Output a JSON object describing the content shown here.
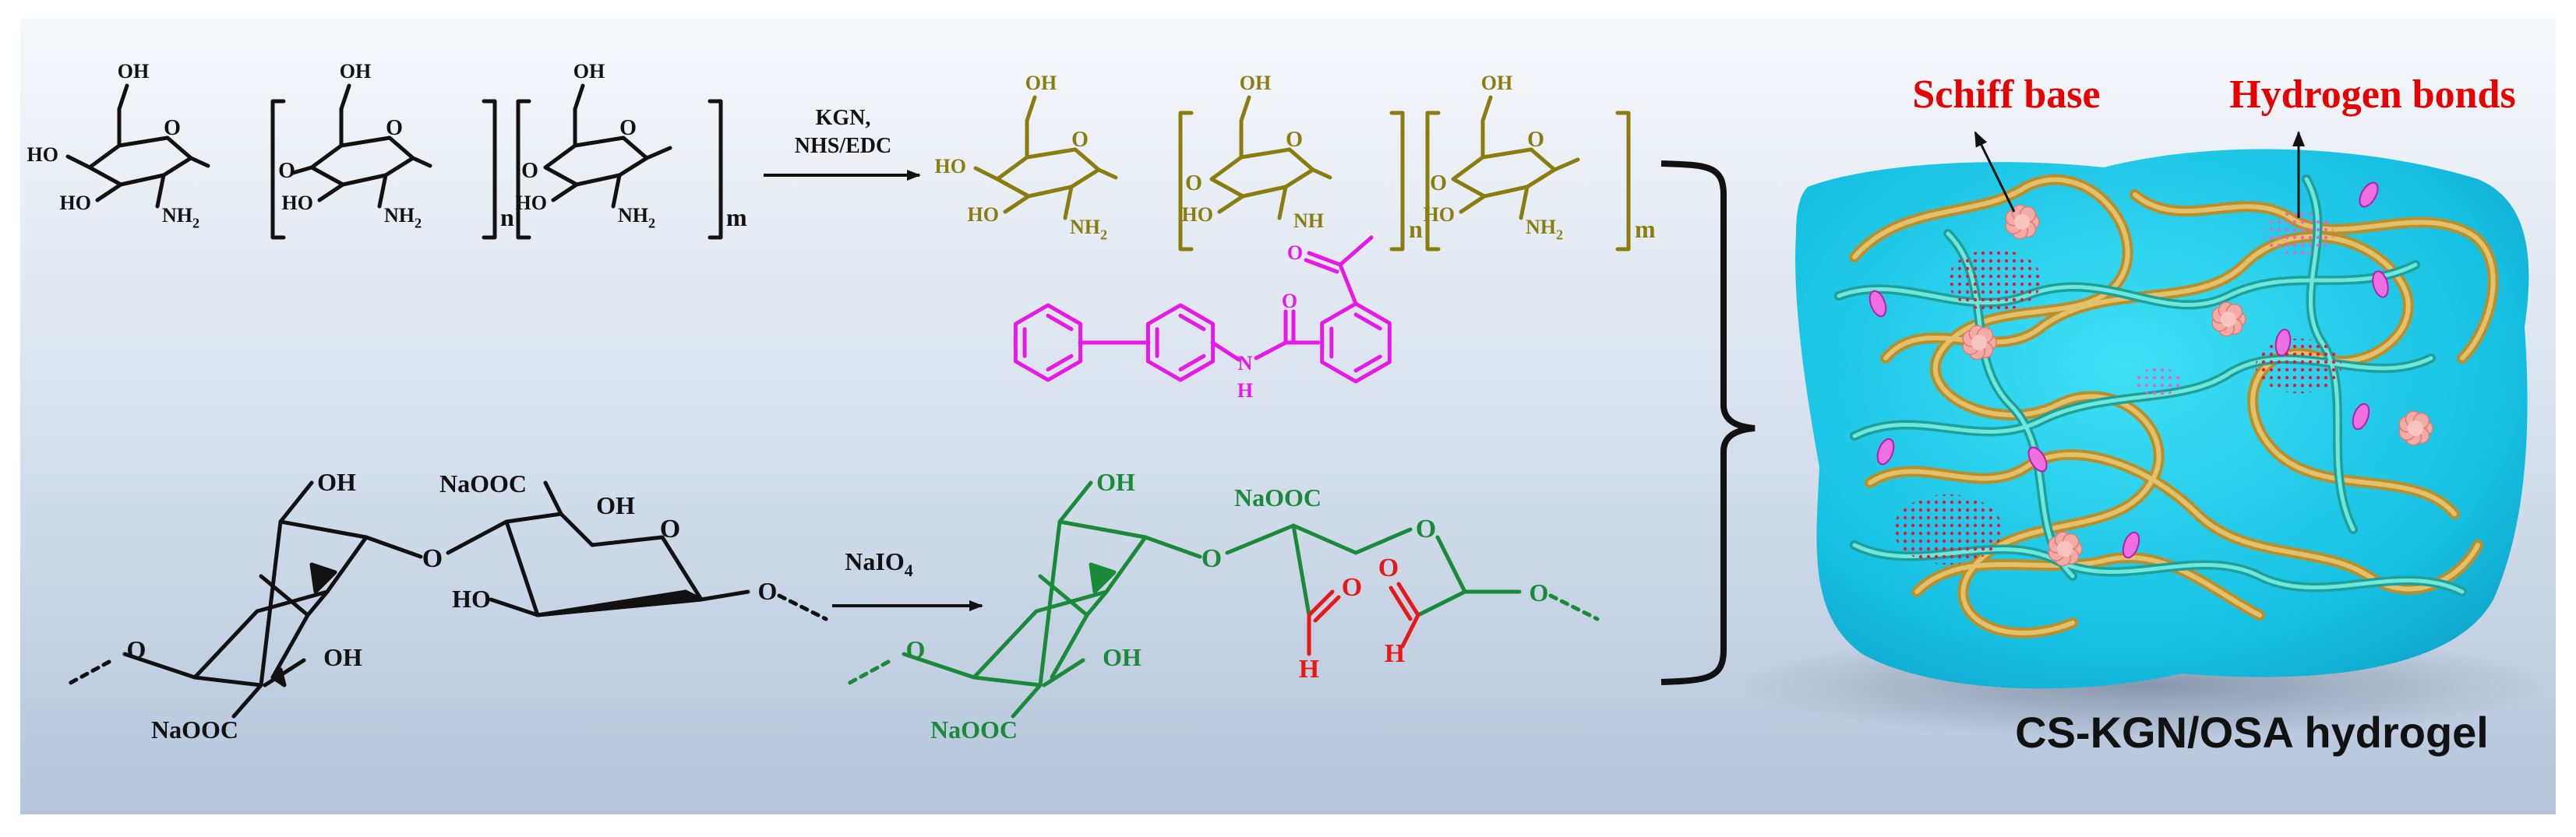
{
  "colors": {
    "background_top": "#f4f6fa",
    "background_bottom": "#b9c9de",
    "black": "#111111",
    "chitosan_olive": "#8a7d10",
    "kgn_magenta": "#e619e6",
    "osa_green": "#1a8a3a",
    "aldehyde_red": "#e61919",
    "annotation_red": "#e60000",
    "hydrogel_cyan": "#1ecbea",
    "fiber_gold": "#c9a23a",
    "fiber_teal": "#3ad1c2",
    "node_pink": "#f2a7a7"
  },
  "chitosan": {
    "labels": {
      "oh": "OH",
      "ho": "HO",
      "nh2": "NH",
      "sub2": "2",
      "n": "n",
      "m": "m",
      "o": "O"
    }
  },
  "reaction1": {
    "reagents_line1": "KGN,",
    "reagents_line2": "NHS/EDC"
  },
  "kgn_chitosan": {
    "labels": {
      "oh": "OH",
      "ho": "HO",
      "nh2": "NH",
      "sub2": "2",
      "nh": "NH",
      "n": "n",
      "m": "m",
      "o": "O",
      "amide_n": "N",
      "amide_h": "H"
    }
  },
  "alginate": {
    "labels": {
      "oh": "OH",
      "ho": "HO",
      "naooc": "NaOOC",
      "o": "O"
    }
  },
  "reaction2": {
    "reagent": "NaIO",
    "reagent_sub": "4"
  },
  "osa": {
    "labels": {
      "oh": "OH",
      "naooc": "NaOOC",
      "o": "O",
      "h": "H"
    }
  },
  "hydrogel": {
    "annotation_left": "Schiff base",
    "annotation_right": "Hydrogen bonds",
    "caption": "CS-KGN/OSA hydrogel"
  }
}
